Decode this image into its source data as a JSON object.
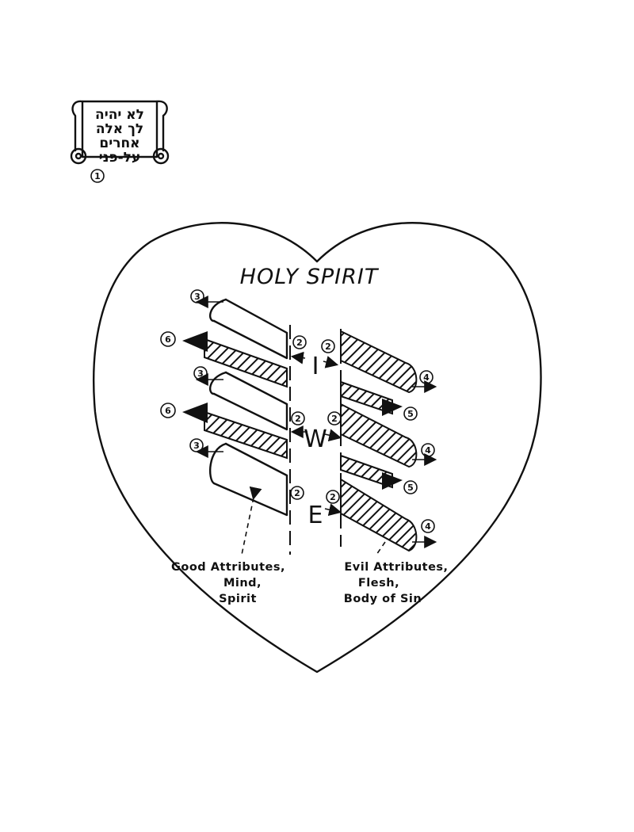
{
  "scroll": {
    "hebrew_lines": [
      "לא יהיה",
      "לך אלה",
      "אחרים",
      "על-פני"
    ],
    "number": "1"
  },
  "heart": {
    "title": "HOLY SPIRIT"
  },
  "center_letters": [
    "I",
    "W",
    "E"
  ],
  "numbers": {
    "two": "2",
    "three": "3",
    "four": "4",
    "five": "5",
    "six": "6"
  },
  "captions": {
    "good": [
      "Good Attributes,",
      "Mind,",
      "Spirit"
    ],
    "evil": [
      "Evil Attributes,",
      "Flesh,",
      "Body of Sin"
    ]
  },
  "colors": {
    "ink": "#111111",
    "paper": "#ffffff"
  }
}
